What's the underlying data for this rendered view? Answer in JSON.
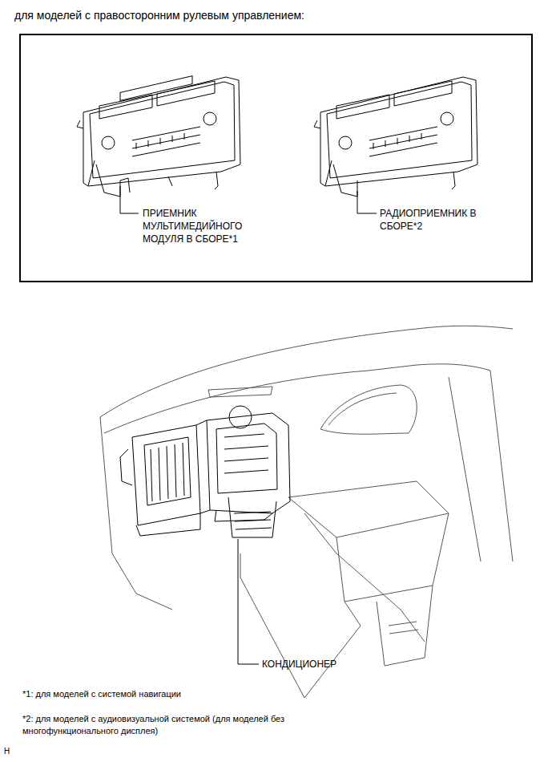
{
  "diagram": {
    "title": "для моделей с правосторонним рулевым управлением:",
    "nodes": [
      {
        "text": [
          "ПРИЕМНИК МУЛЬТИМЕДИЙНОГО МОДУЛЯ В СБОРЕ*1",
          "РАДИОПРИЕМНИК В СБОРЕ*2"
        ]
      }
    ],
    "labels": [
      "КОНДИЦИОНЕР",
      "*1: для моделей с системой навигации",
      "*2: для моделей с аудиовизуальной системой (для моделей без многофункционального дисплея)",
      "H"
    ]
  }
}
